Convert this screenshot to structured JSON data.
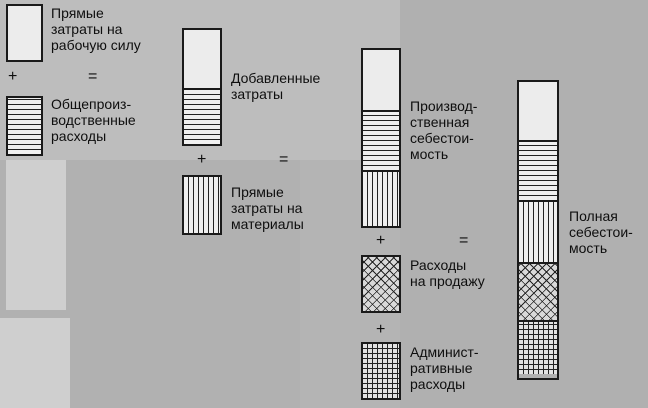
{
  "diagram": {
    "labels": {
      "direct_labor": "Прямые\nзатраты на\nрабочую силу",
      "overhead": "Общепроиз-\nводственные\nрасходы",
      "added_costs": "Добавленные\nзатраты",
      "direct_materials": "Прямые\nзатраты на\nматериалы",
      "production_cost": "Производ-\nственная\nсебестои-\nмость",
      "selling_expenses": "Расходы\nна продажу",
      "admin_expenses": "Админист-\nративные\nрасходы",
      "total_cost": "Полная\nсебестои-\nмость"
    },
    "operators": {
      "plus": "+",
      "equals": "="
    }
  },
  "colors": {
    "page_background": "#b9b9b9",
    "ink": "#1a1a1a",
    "box_fill": "#ececec"
  }
}
